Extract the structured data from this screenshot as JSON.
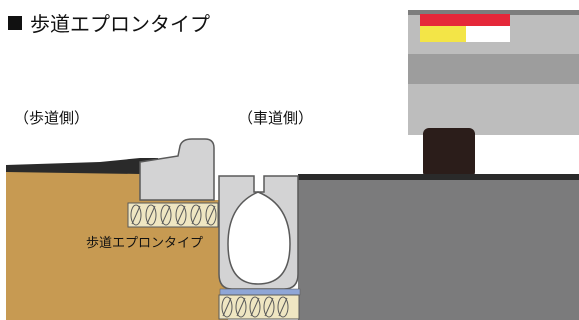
{
  "title": "歩道エプロンタイプ",
  "labels": {
    "sidewalk_side": "（歩道側）",
    "road_side": "（車道側）",
    "apron_type": "歩道エプロンタイプ"
  },
  "colors": {
    "soil": "#c79a52",
    "road": "#7b7b7c",
    "asphalt_edge": "#2a2a2a",
    "concrete": "#d3d3d4",
    "concrete_stroke": "#5a5a5a",
    "bedding": "#efe6c2",
    "mortar": "#8fa6d6",
    "car_body": "#bdbdbd",
    "car_red": "#e5283a",
    "car_yellow": "#f3e547",
    "tire": "#2b1d1a"
  }
}
